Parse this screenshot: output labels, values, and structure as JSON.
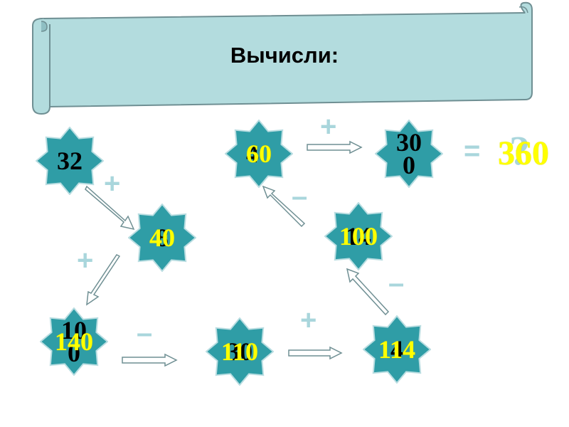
{
  "title": "Вычисли:",
  "colors": {
    "star_fill": "#2f9da6",
    "star_stroke": "#b9dde1",
    "scroll_fill": "#b3dcde",
    "op": "#a9d6dc",
    "answer": "#ffff00"
  },
  "stars": [
    {
      "id": "a",
      "black": "32",
      "yellow": ""
    },
    {
      "id": "b",
      "black": "8",
      "yellow": "40"
    },
    {
      "id": "c",
      "black": "10 0",
      "yellow": "140"
    },
    {
      "id": "d",
      "black": "30",
      "yellow": "110"
    },
    {
      "id": "e",
      "black": "4",
      "yellow": "114"
    },
    {
      "id": "f",
      "black": "14",
      "yellow": "100"
    },
    {
      "id": "g",
      "black": "40",
      "yellow": "60"
    },
    {
      "id": "h",
      "black": "30 0",
      "yellow": ""
    }
  ],
  "operators": {
    "a_b": "+",
    "b_c": "+",
    "c_d": "–",
    "d_e": "+",
    "e_f": "–",
    "f_g": "–",
    "g_h": "+"
  },
  "equals": "=",
  "question": "?",
  "result": "360"
}
